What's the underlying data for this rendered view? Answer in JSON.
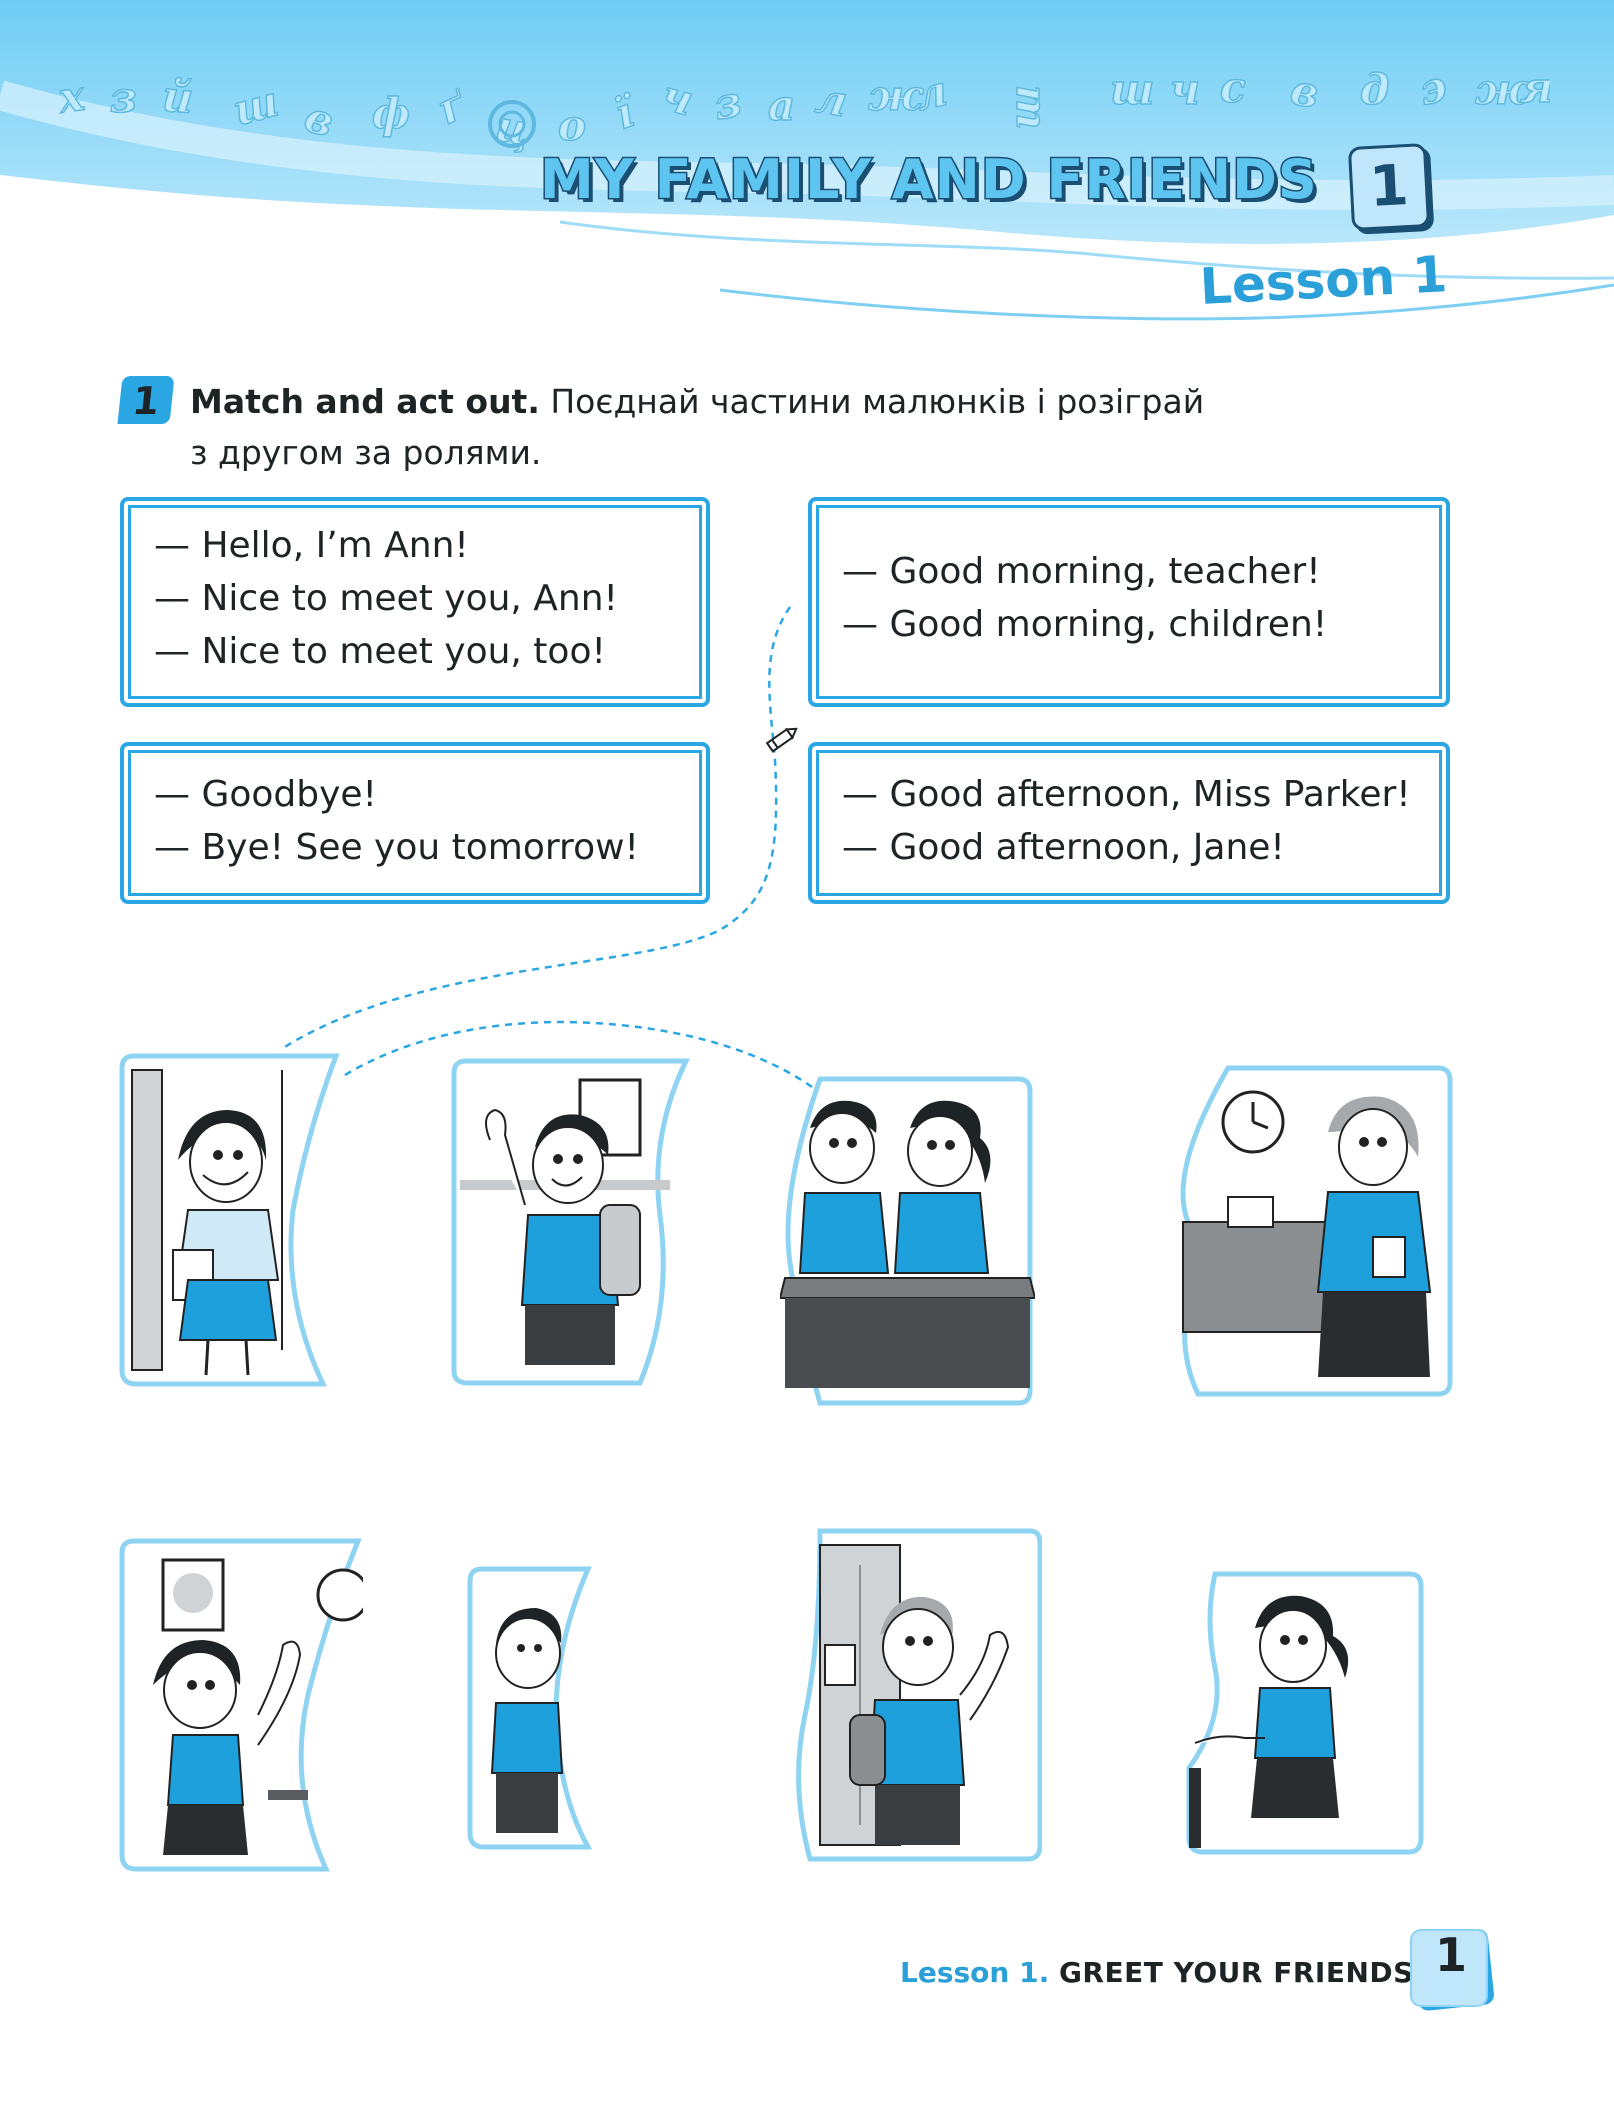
{
  "header": {
    "decor_letters": "х з й ш в ф ґ ц о ї ч з а л ж л т ш ч с в д э ж я",
    "unit_title": "MY FAMILY AND FRIENDS",
    "unit_number": "1",
    "lesson_title": "Lesson 1"
  },
  "task": {
    "number": "1",
    "instruction_bold": "Match and act out.",
    "instruction_rest": " Поєднай частини малюнків і розіграй",
    "instruction_line2": "з другом за ролями."
  },
  "dialogues": [
    {
      "lines": [
        "— Hello, I’m Ann!",
        "— Nice to meet you, Ann!",
        "— Nice to meet you, too!"
      ]
    },
    {
      "lines": [
        "— Good morning, teacher!",
        "— Good morning, children!"
      ]
    },
    {
      "lines": [
        "— Goodbye!",
        "— Bye! See you tomorrow!"
      ]
    },
    {
      "lines": [
        "— Good afternoon, Miss Parker!",
        "— Good afternoon, Jane!"
      ]
    }
  ],
  "pictures_top": [
    "teacher-at-door",
    "boy-waving",
    "two-pupils-at-desk",
    "teacher-with-clock"
  ],
  "pictures_bottom": [
    "girl-waving",
    "boy-standing",
    "boy-at-door-waving",
    "girl-shaking-hands"
  ],
  "footer": {
    "lesson_label": "Lesson 1.",
    "lesson_topic": "GREET YOUR FRIENDS!",
    "page_number": "1"
  },
  "colors": {
    "accent": "#2aa7e3",
    "header_sky": "#7dd1f5",
    "dark": "#1a4f73"
  }
}
